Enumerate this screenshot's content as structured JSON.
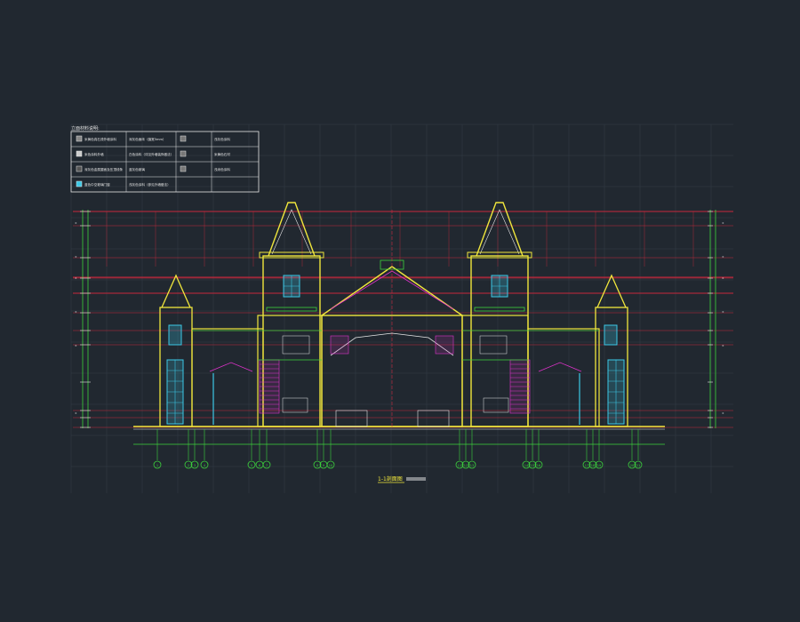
{
  "drawing": {
    "title": "1-1剖面图",
    "legend_header": "立面材料说明:",
    "legend_rows": [
      [
        "米黄色真石漆外墙涂料",
        "深灰色面砖（缝宽5mm）",
        "浅灰色涂料"
      ],
      [
        "米色涂料外墙",
        "白色涂料（详见外墙装饰做法）",
        "米黄色石材"
      ],
      [
        "深灰色金属屋面及压顶线条",
        "蓝灰色玻璃",
        "浅米色涂料"
      ],
      [
        "蓝色中空玻璃门窗",
        "浅灰色涂料（参见外墙做法）",
        ""
      ]
    ],
    "axis_labels": [
      "1",
      "2",
      "3",
      "4",
      "5",
      "6",
      "7",
      "8",
      "9",
      "10",
      "11",
      "12",
      "13",
      "14",
      "15",
      "16",
      "17",
      "18",
      "19",
      "20",
      "21",
      "22",
      "23",
      "24"
    ],
    "colors": {
      "background": "#212830",
      "wall": "#f0e63c",
      "level": "#c8283c",
      "axis": "#3cd23c",
      "text": "#e6e6e6",
      "cyan": "#3cc8e6",
      "magenta": "#dc32c8",
      "grid": "#3a424c"
    }
  }
}
